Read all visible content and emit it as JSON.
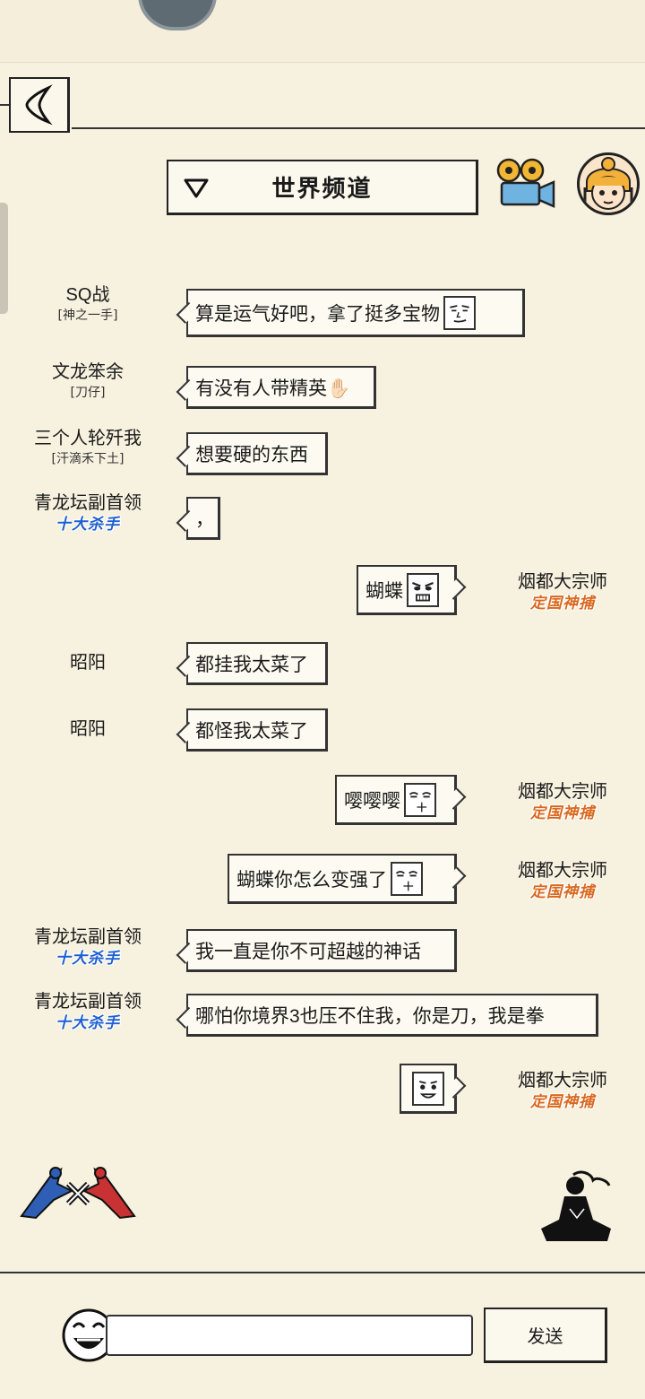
{
  "header": {
    "channel_title": "世界频道",
    "back_icon": "back-chevron-icon",
    "dropdown_icon": "triangle-down-icon",
    "camera_icon": "video-camera-icon",
    "avatar_icon": "user-avatar-icon"
  },
  "messages": [
    {
      "side": "left",
      "name": "SQ战",
      "title": "[神之一手]",
      "badge": "",
      "text": "算是运气好吧，拿了挺多宝物",
      "emoji": "smug-face-emoji"
    },
    {
      "side": "left",
      "name": "文龙笨余",
      "title": "[刀仔]",
      "badge": "",
      "text": "有没有人带精英✋🏻",
      "emoji": ""
    },
    {
      "side": "left",
      "name": "三个人轮歼我",
      "title": "[汗滴禾下土]",
      "badge": "",
      "text": "想要硬的东西",
      "emoji": ""
    },
    {
      "side": "left",
      "name": "青龙坛副首领",
      "title": "",
      "badge": "十大杀手",
      "text": "，",
      "emoji": ""
    },
    {
      "side": "right",
      "name": "烟都大宗师",
      "title": "",
      "badge": "定国神捕",
      "text": "蝴蝶",
      "emoji": "angry-face-emoji"
    },
    {
      "side": "left",
      "name": "昭阳",
      "title": "",
      "badge": "",
      "text": "都挂我太菜了",
      "emoji": ""
    },
    {
      "side": "left",
      "name": "昭阳",
      "title": "",
      "badge": "",
      "text": "都怪我太菜了",
      "emoji": ""
    },
    {
      "side": "right",
      "name": "烟都大宗师",
      "title": "",
      "badge": "定国神捕",
      "text": "嘤嘤嘤",
      "emoji": "crying-face-emoji"
    },
    {
      "side": "right",
      "name": "烟都大宗师",
      "title": "",
      "badge": "定国神捕",
      "text": "蝴蝶你怎么变强了",
      "emoji": "crying-face-emoji"
    },
    {
      "side": "left",
      "name": "青龙坛副首领",
      "title": "",
      "badge": "十大杀手",
      "text": "我一直是你不可超越的神话",
      "emoji": ""
    },
    {
      "side": "left",
      "name": "青龙坛副首领",
      "title": "",
      "badge": "十大杀手",
      "text": "哪怕你境界3也压不住我，你是刀，我是拳",
      "emoji": ""
    },
    {
      "side": "right",
      "name": "烟都大宗师",
      "title": "",
      "badge": "定国神捕",
      "text": "",
      "emoji": "smiling-face-emoji"
    }
  ],
  "footer": {
    "left_logo_icon": "crossed-fighters-logo-icon",
    "right_logo_icon": "meditating-monk-icon",
    "smiley_icon": "laughing-face-icon",
    "input_value": "",
    "input_placeholder": "",
    "send_label": "发送"
  },
  "colors": {
    "background": "#f7f1df",
    "badge_blue": "#1e5fd0",
    "badge_orange": "#d9681e"
  }
}
